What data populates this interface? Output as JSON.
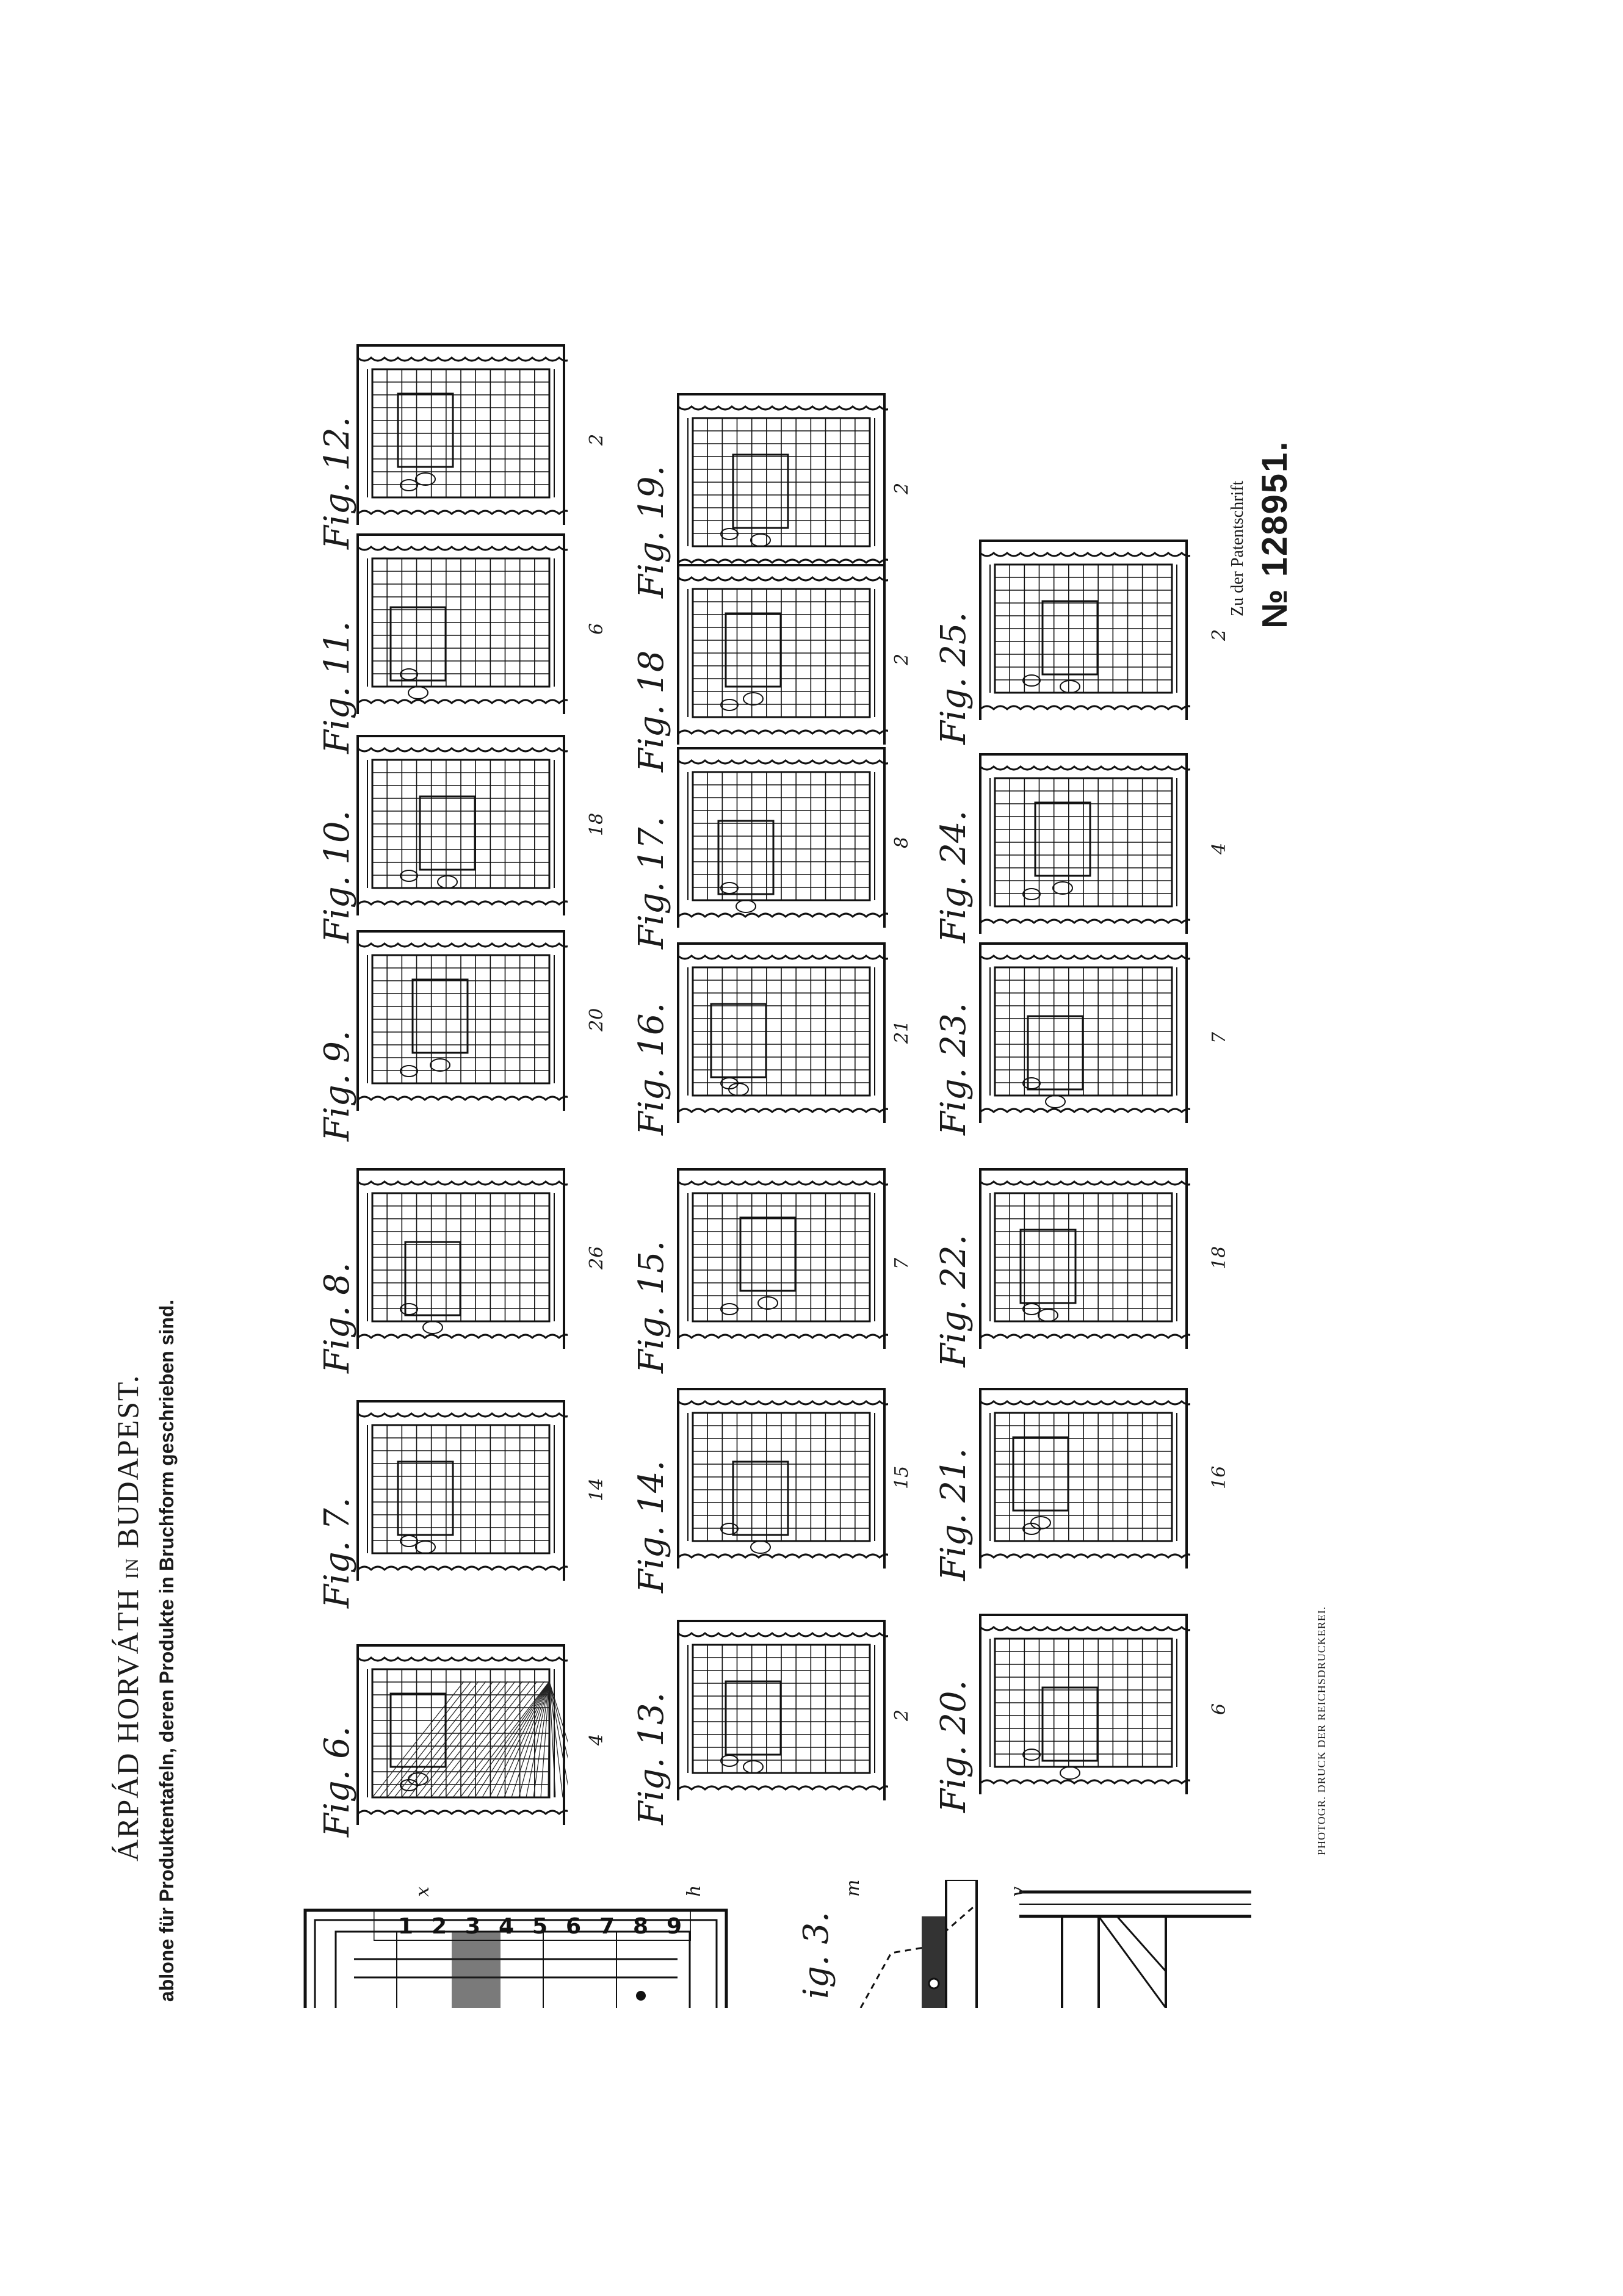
{
  "header": {
    "inventor_name": "ÁRPÁD HORVÁTH",
    "inventor_connector": "IN",
    "inventor_city": "BUDAPEST.",
    "subtitle": "ablone für Produktentafeln, deren Produkte in Bruchform geschrieben sind."
  },
  "patent": {
    "label": "Zu der Patentschrift",
    "number": "№ 128951."
  },
  "printer": "PHOTOGR. DRUCK DER REICHSDRUCKEREI.",
  "partial_figures": {
    "fig3_label": "ig. 3.",
    "letters": {
      "x": "x",
      "h": "h",
      "m": "m",
      "v": "v"
    },
    "scale_digits": [
      "1",
      "2",
      "3",
      "4",
      "5",
      "6",
      "7",
      "8",
      "9"
    ]
  },
  "figures": [
    {
      "label": "Fig. 6.",
      "number": "4"
    },
    {
      "label": "Fig. 7.",
      "number": "14"
    },
    {
      "label": "Fig. 8.",
      "number": "26"
    },
    {
      "label": "Fig. 9.",
      "number": "20"
    },
    {
      "label": "Fig. 10.",
      "number": "18"
    },
    {
      "label": "Fig. 11.",
      "number": "6"
    },
    {
      "label": "Fig. 12.",
      "number": "2"
    },
    {
      "label": "Fig. 13.",
      "number": "2"
    },
    {
      "label": "Fig. 14.",
      "number": "15"
    },
    {
      "label": "Fig. 15.",
      "number": "7"
    },
    {
      "label": "Fig. 16.",
      "number": "21"
    },
    {
      "label": "Fig. 17.",
      "number": "8"
    },
    {
      "label": "Fig. 18",
      "number": "2"
    },
    {
      "label": "Fig. 19.",
      "number": "2"
    },
    {
      "label": "Fig. 20.",
      "number": "6"
    },
    {
      "label": "Fig. 21.",
      "number": "16"
    },
    {
      "label": "Fig. 22.",
      "number": "18"
    },
    {
      "label": "Fig. 23.",
      "number": "7"
    },
    {
      "label": "Fig. 24.",
      "number": "4"
    },
    {
      "label": "Fig. 25.",
      "number": "2"
    }
  ]
}
